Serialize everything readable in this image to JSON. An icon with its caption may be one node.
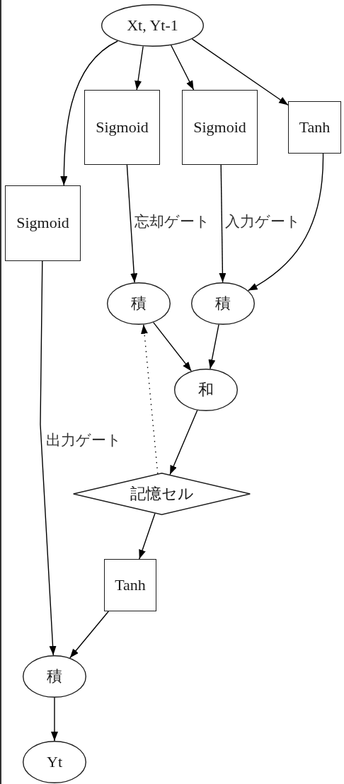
{
  "diagram": {
    "nodes": [
      {
        "text": [
          "Xt, Yt-1"
        ]
      },
      {
        "text": [
          "Sigmoid"
        ]
      },
      {
        "text": [
          "Sigmoid"
        ]
      },
      {
        "text": [
          "Tanh"
        ]
      },
      {
        "text": [
          "Sigmoid"
        ]
      },
      {
        "text": [
          "積"
        ]
      },
      {
        "text": [
          "積"
        ]
      },
      {
        "text": [
          "和"
        ]
      },
      {
        "text": [
          "記憶セル"
        ]
      },
      {
        "text": [
          "Tanh"
        ]
      },
      {
        "text": [
          "積"
        ]
      },
      {
        "text": [
          "Yt"
        ]
      }
    ],
    "edges": [
      {
        "from": 0,
        "to": 4,
        "arrow": "to"
      },
      {
        "from": 0,
        "to": 1,
        "arrow": "to"
      },
      {
        "from": 0,
        "to": 2,
        "arrow": "to"
      },
      {
        "from": 0,
        "to": 3,
        "arrow": "to"
      },
      {
        "from": 1,
        "to": 5,
        "arrow": "to",
        "label": "忘却ゲート"
      },
      {
        "from": 2,
        "to": 6,
        "arrow": "to",
        "label": "入力ゲート"
      },
      {
        "from": 3,
        "to": 6,
        "arrow": "to"
      },
      {
        "from": 4,
        "to": 10,
        "arrow": "to",
        "label": "出力ゲート"
      },
      {
        "from": 5,
        "to": 7,
        "arrow": "to"
      },
      {
        "from": 6,
        "to": 7,
        "arrow": "to"
      },
      {
        "from": 7,
        "to": 8,
        "arrow": "to"
      },
      {
        "from": 8,
        "to": 5,
        "arrow": "to",
        "style": "dashed"
      },
      {
        "from": 8,
        "to": 9,
        "arrow": "to"
      },
      {
        "from": 9,
        "to": 10,
        "arrow": "to"
      },
      {
        "from": 10,
        "to": 11,
        "arrow": "to"
      }
    ]
  }
}
